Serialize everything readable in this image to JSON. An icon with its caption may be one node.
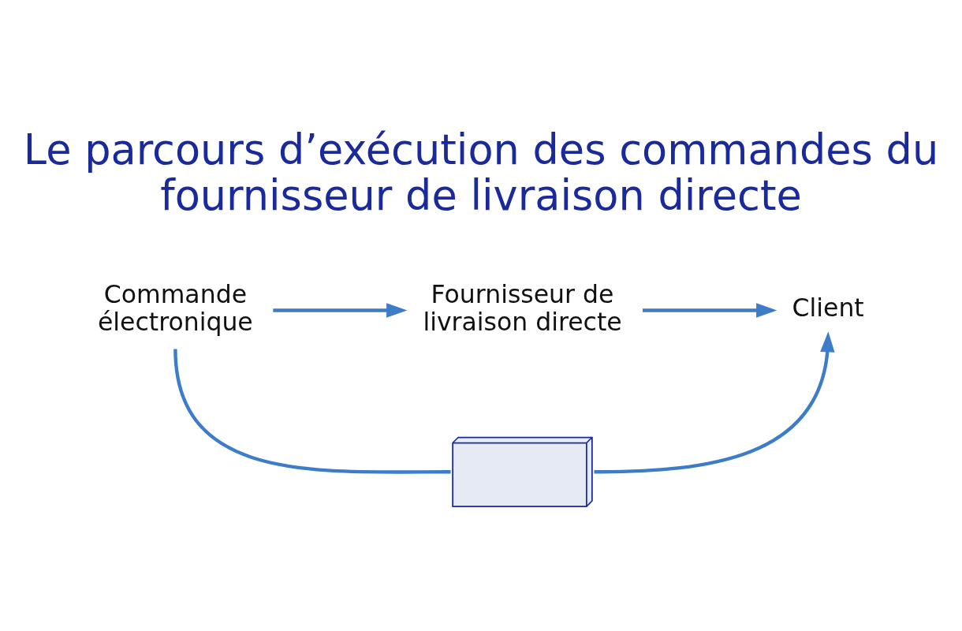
{
  "diagram": {
    "title": "Le parcours d’exécution des commandes du fournisseur de livraison directe",
    "nodes": [
      {
        "text": [
          "Commande électronique"
        ]
      },
      {
        "text": [
          "Fournisseur de livraison directe"
        ]
      },
      {
        "text": [
          "Client"
        ]
      },
      {
        "text": [],
        "shape": "picture"
      }
    ],
    "edges": [
      {
        "from": 0,
        "to": 1,
        "arrow": "to"
      },
      {
        "from": 1,
        "to": 2,
        "arrow": "to"
      },
      {
        "from": 0,
        "to": 3,
        "arrow": "none"
      },
      {
        "from": 3,
        "to": 2,
        "arrow": "to"
      }
    ]
  }
}
